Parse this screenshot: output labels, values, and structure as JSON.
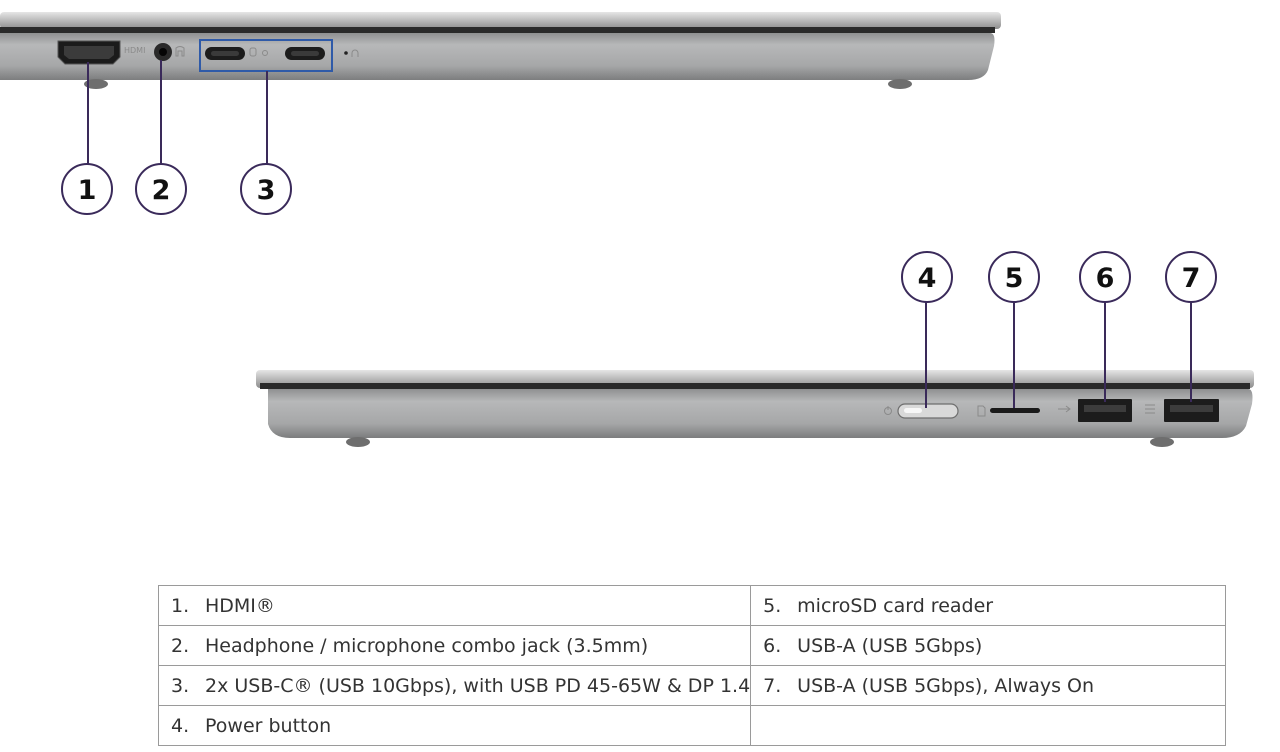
{
  "diagram": {
    "left_view": {
      "port_labels": {
        "hdmi": "HDMI"
      },
      "callouts": [
        "1",
        "2",
        "3"
      ]
    },
    "right_view": {
      "callouts": [
        "4",
        "5",
        "6",
        "7"
      ]
    },
    "colors": {
      "callout_line": "#3a2a5a",
      "chassis": "#a9aaab",
      "highlight_box": "#2f5aa8"
    },
    "icons": [
      "hdmi-port-icon",
      "audio-jack-icon",
      "usb-c-port-icon",
      "power-button-icon",
      "microsd-slot-icon",
      "usb-a-port-icon"
    ]
  },
  "table": {
    "rows": [
      {
        "left": {
          "num": "1.",
          "text": "HDMI®"
        },
        "right": {
          "num": "5.",
          "text": "microSD card reader"
        }
      },
      {
        "left": {
          "num": "2.",
          "text": "Headphone / microphone combo jack (3.5mm)"
        },
        "right": {
          "num": "6.",
          "text": "USB-A (USB 5Gbps)"
        }
      },
      {
        "left": {
          "num": "3.",
          "text": "2x USB-C® (USB 10Gbps), with USB PD 45-65W & DP 1.4"
        },
        "right": {
          "num": "7.",
          "text": "USB-A (USB 5Gbps), Always On"
        }
      },
      {
        "left": {
          "num": "4.",
          "text": "Power button"
        },
        "right": {
          "num": "",
          "text": ""
        }
      }
    ]
  }
}
